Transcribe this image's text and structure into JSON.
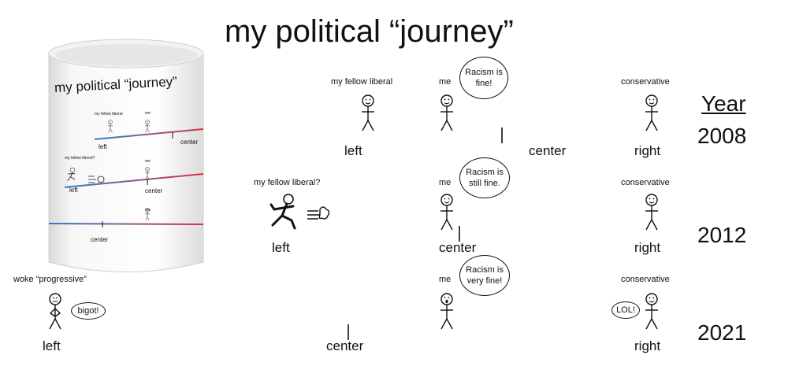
{
  "title": "my political “journey”",
  "year_header": "Year",
  "rows": [
    {
      "year": "2008",
      "left_label": "my fellow liberal",
      "me_label": "me",
      "right_label": "conservative",
      "bubble": "Racism is fine!",
      "axis": [
        "left",
        "center",
        "right"
      ]
    },
    {
      "year": "2012",
      "left_label": "my fellow liberal?",
      "me_label": "me",
      "right_label": "conservative",
      "bubble": "Racism is still fine.",
      "axis": [
        "left",
        "center",
        "right"
      ]
    },
    {
      "year": "2021",
      "left_label": "woke “progressive”",
      "me_label": "me",
      "right_label": "conservative",
      "bubble": "Racism is very fine!",
      "axis": [
        "left",
        "center",
        "right"
      ],
      "left_speech": "bigot!",
      "right_speech": "LOL!"
    }
  ],
  "mug": {
    "title": "my political “journey”",
    "labels": [
      "my fellow liberal",
      "me",
      "left",
      "center",
      "my fellow liberal?",
      "me",
      "left",
      "center",
      "me",
      "center"
    ]
  },
  "colors": {
    "left": "#2f7cc0",
    "mid": "#8a5a8f",
    "right": "#d6343a"
  }
}
